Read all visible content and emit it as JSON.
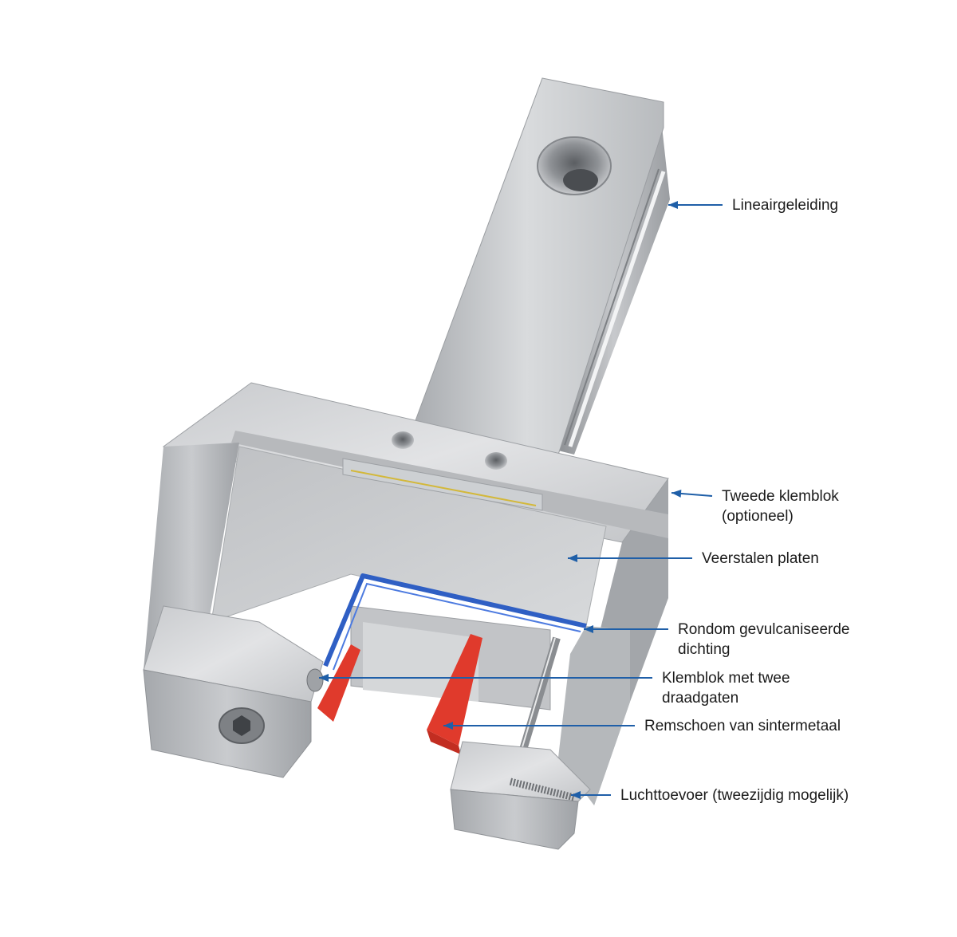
{
  "colors": {
    "leader": "#1f5fa8",
    "steel_light": "#d4d6d8",
    "steel_mid": "#b2b5b8",
    "steel_dark": "#8a8d91",
    "seal": "#2f5fc4",
    "brake_shoe": "#e03a2c"
  },
  "labels": {
    "guide": "Lineairgeleiding",
    "second_block_1": "Tweede klemblok",
    "second_block_2": "(optioneel)",
    "plates": "Veerstalen platen",
    "seal_1": "Rondom gevulcaniseerde",
    "seal_2": "dichting",
    "clamp_1": "Klemblok met twee",
    "clamp_2": "draadgaten",
    "shoe": "Remschoen van sintermetaal",
    "air": "Luchttoevoer (tweezijdig mogelijk)"
  },
  "icons": {
    "leader_arrow": "arrowhead"
  }
}
